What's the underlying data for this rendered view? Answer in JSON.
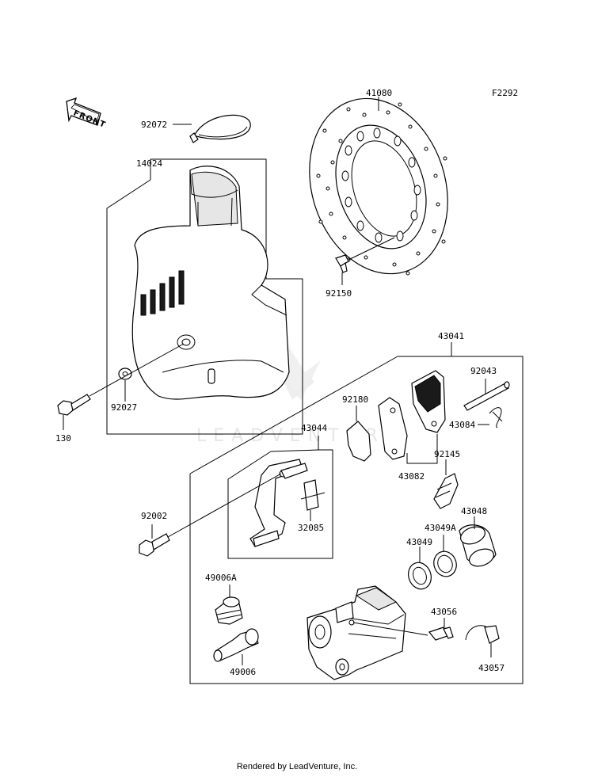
{
  "diagram_id": "F2292",
  "front_label": "FRONT",
  "watermark": "LEADVENTURE",
  "footer": "Rendered by LeadVenture, Inc.",
  "labels": {
    "p41080": "41080",
    "p92072": "92072",
    "p14024": "14024",
    "p92150": "92150",
    "p92027": "92027",
    "p130": "130",
    "p43041": "43041",
    "p92043": "92043",
    "p92180": "92180",
    "p43084": "43084",
    "p43044": "43044",
    "p92145": "92145",
    "p43082": "43082",
    "p43048": "43048",
    "p92002": "92002",
    "p32085": "32085",
    "p43049A": "43049A",
    "p43049": "43049",
    "p49006A": "49006A",
    "p43056": "43056",
    "p49006": "49006",
    "p43057": "43057"
  }
}
